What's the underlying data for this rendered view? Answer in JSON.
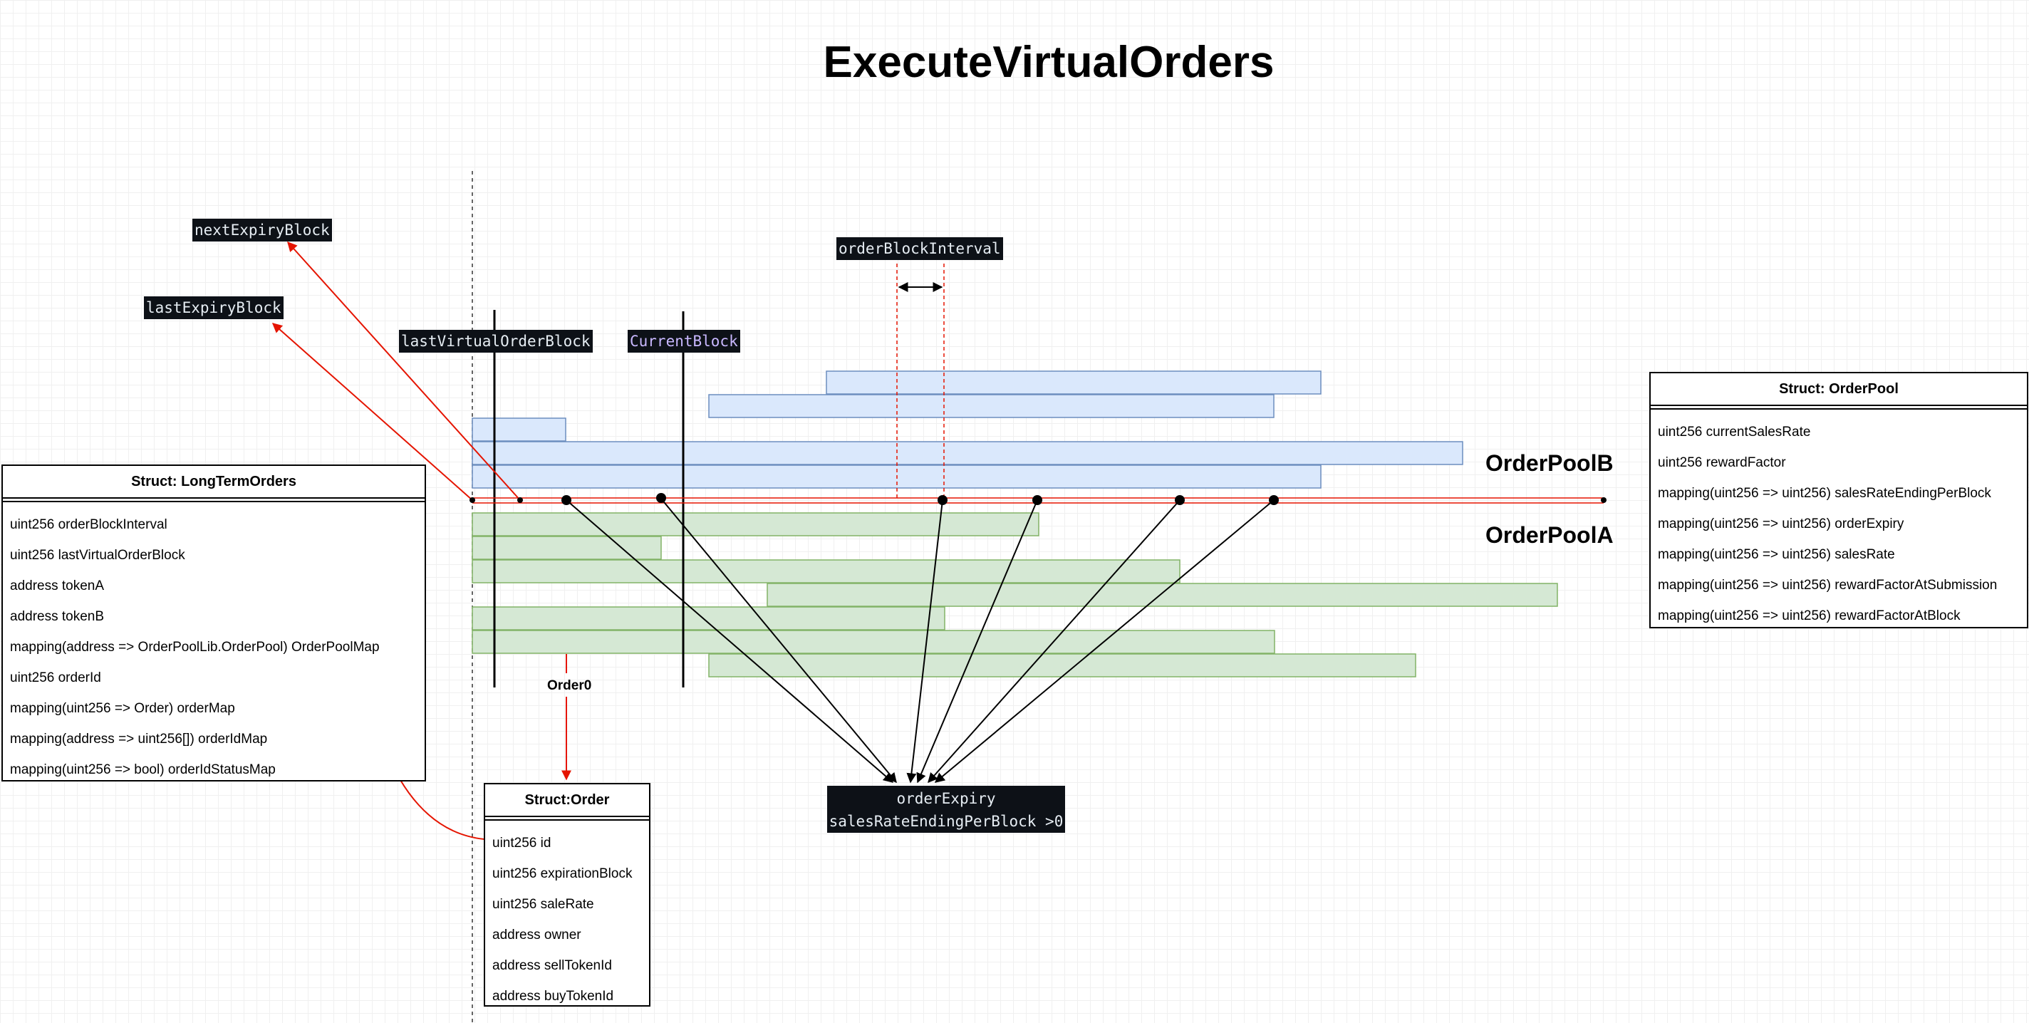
{
  "title": "ExecuteVirtualOrders",
  "labels": {
    "next_expiry_block": "nextExpiryBlock",
    "last_expiry_block": "lastExpiryBlock",
    "last_virtual_order_block": "lastVirtualOrderBlock",
    "current_block": "CurrentBlock",
    "order_block_interval": "orderBlockInterval",
    "order_pool_b": "OrderPoolB",
    "order_pool_a": "OrderPoolA",
    "order0": "Order0",
    "order_expiry": "orderExpiry",
    "sales_rate_ending": "salesRateEndingPerBlock >0"
  },
  "colors": {
    "pool_b_fill": "#dae8fc",
    "pool_b_stroke": "#6c8ebf",
    "pool_a_fill": "#d5e8d4",
    "pool_a_stroke": "#82b366",
    "timeline": "#e51400",
    "code_bg": "#0d1117"
  },
  "structs": {
    "long_term_orders": {
      "title": "Struct: LongTermOrders",
      "fields": [
        "uint256 orderBlockInterval",
        "uint256 lastVirtualOrderBlock",
        "address tokenA",
        "address tokenB",
        "mapping(address => OrderPoolLib.OrderPool) OrderPoolMap",
        "uint256 orderId",
        "mapping(uint256 => Order) orderMap",
        "mapping(address => uint256[]) orderIdMap",
        "mapping(uint256 => bool) orderIdStatusMap"
      ]
    },
    "order": {
      "title": "Struct:Order",
      "fields": [
        "uint256 id",
        "uint256 expirationBlock",
        "uint256 saleRate",
        "address owner",
        "address sellTokenId",
        "address buyTokenId"
      ]
    },
    "order_pool": {
      "title": "Struct: OrderPool",
      "fields": [
        "uint256 currentSalesRate",
        "uint256 rewardFactor",
        "mapping(uint256 => uint256) salesRateEndingPerBlock",
        "mapping(uint256 => uint256) orderExpiry",
        "mapping(uint256 => uint256) salesRate",
        "mapping(uint256 => uint256) rewardFactorAtSubmission",
        "mapping(uint256 => uint256) rewardFactorAtBlock"
      ]
    }
  }
}
